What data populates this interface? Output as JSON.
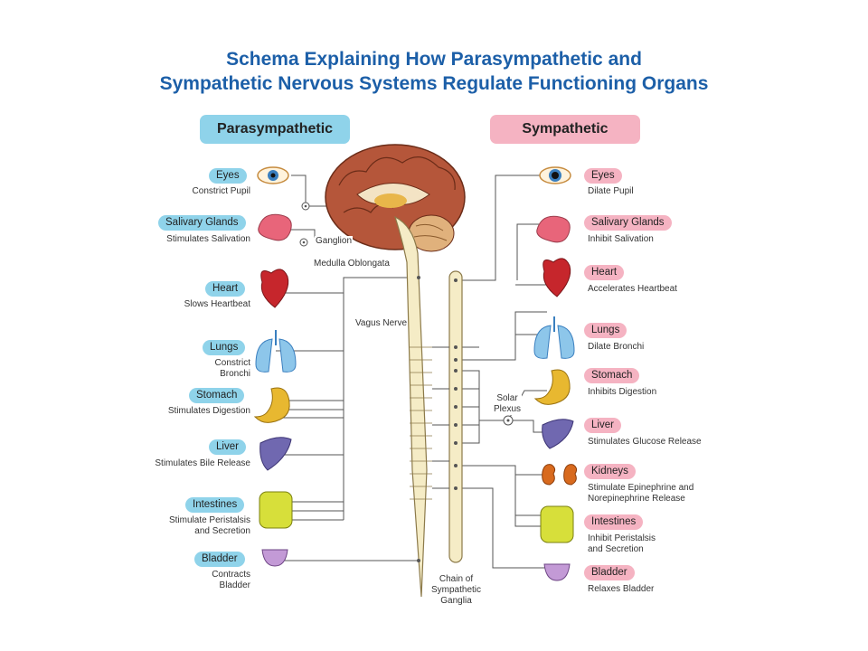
{
  "title": {
    "line1": "Schema Explaining How Parasympathetic and",
    "line2": "Sympathetic Nervous Systems Regulate Functioning Organs"
  },
  "headers": {
    "parasympathetic": "Parasympathetic",
    "sympathetic": "Sympathetic"
  },
  "parasympathetic": [
    {
      "organ": "Eyes",
      "effect": "Constrict Pupil"
    },
    {
      "organ": "Salivary Glands",
      "effect": "Stimulates Salivation"
    },
    {
      "organ": "Heart",
      "effect": "Slows Heartbeat"
    },
    {
      "organ": "Lungs",
      "effect": "Constrict\nBronchi"
    },
    {
      "organ": "Stomach",
      "effect": "Stimulates Digestion"
    },
    {
      "organ": "Liver",
      "effect": "Stimulates Bile Release"
    },
    {
      "organ": "Intestines",
      "effect": "Stimulate Peristalsis\nand Secretion"
    },
    {
      "organ": "Bladder",
      "effect": "Contracts\nBladder"
    }
  ],
  "sympathetic": [
    {
      "organ": "Eyes",
      "effect": "Dilate Pupil"
    },
    {
      "organ": "Salivary Glands",
      "effect": "Inhibit Salivation"
    },
    {
      "organ": "Heart",
      "effect": "Accelerates Heartbeat"
    },
    {
      "organ": "Lungs",
      "effect": "Dilate Bronchi"
    },
    {
      "organ": "Stomach",
      "effect": "Inhibits Digestion"
    },
    {
      "organ": "Liver",
      "effect": "Stimulates Glucose Release"
    },
    {
      "organ": "Kidneys",
      "effect": "Stimulate Epinephrine and\nNorepinephrine Release"
    },
    {
      "organ": "Intestines",
      "effect": "Inhibit Peristalsis\nand Secretion"
    },
    {
      "organ": "Bladder",
      "effect": "Relaxes Bladder"
    }
  ],
  "labels": {
    "ganglion": "Ganglion",
    "medulla": "Medulla Oblongata",
    "vagus": "Vagus Nerve",
    "solar": "Solar\nPlexus",
    "chain": "Chain of\nSympathetic\nGanglia"
  },
  "colors": {
    "title": "#1c5fa8",
    "para_pill": "#8fd3ea",
    "sym_pill": "#f5b3c2",
    "brain": "#b5563a",
    "spine": "#f5ecc6"
  }
}
